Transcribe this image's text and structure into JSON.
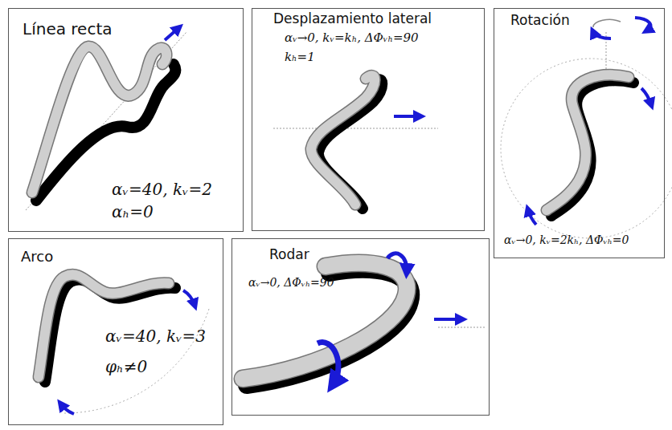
{
  "diagram": {
    "nodes": [
      {
        "text": [
          "Línea recta",
          "αᵥ=40, kᵥ=2",
          "αₕ=0"
        ]
      },
      {
        "text": [
          "Desplazamiento lateral",
          "αᵥ→0, kᵥ=kₕ, ΔΦᵥₕ=90",
          "kₕ=1"
        ]
      },
      {
        "text": [
          "Rotación",
          "αᵥ→0, kᵥ=2kₕ, ΔΦᵥₕ=0"
        ]
      },
      {
        "text": [
          "Arco",
          "αᵥ=40, kᵥ=3",
          "φₕ≠0"
        ]
      },
      {
        "text": [
          "Rodar",
          "αᵥ→0, ΔΦᵥₕ=90"
        ]
      }
    ]
  }
}
